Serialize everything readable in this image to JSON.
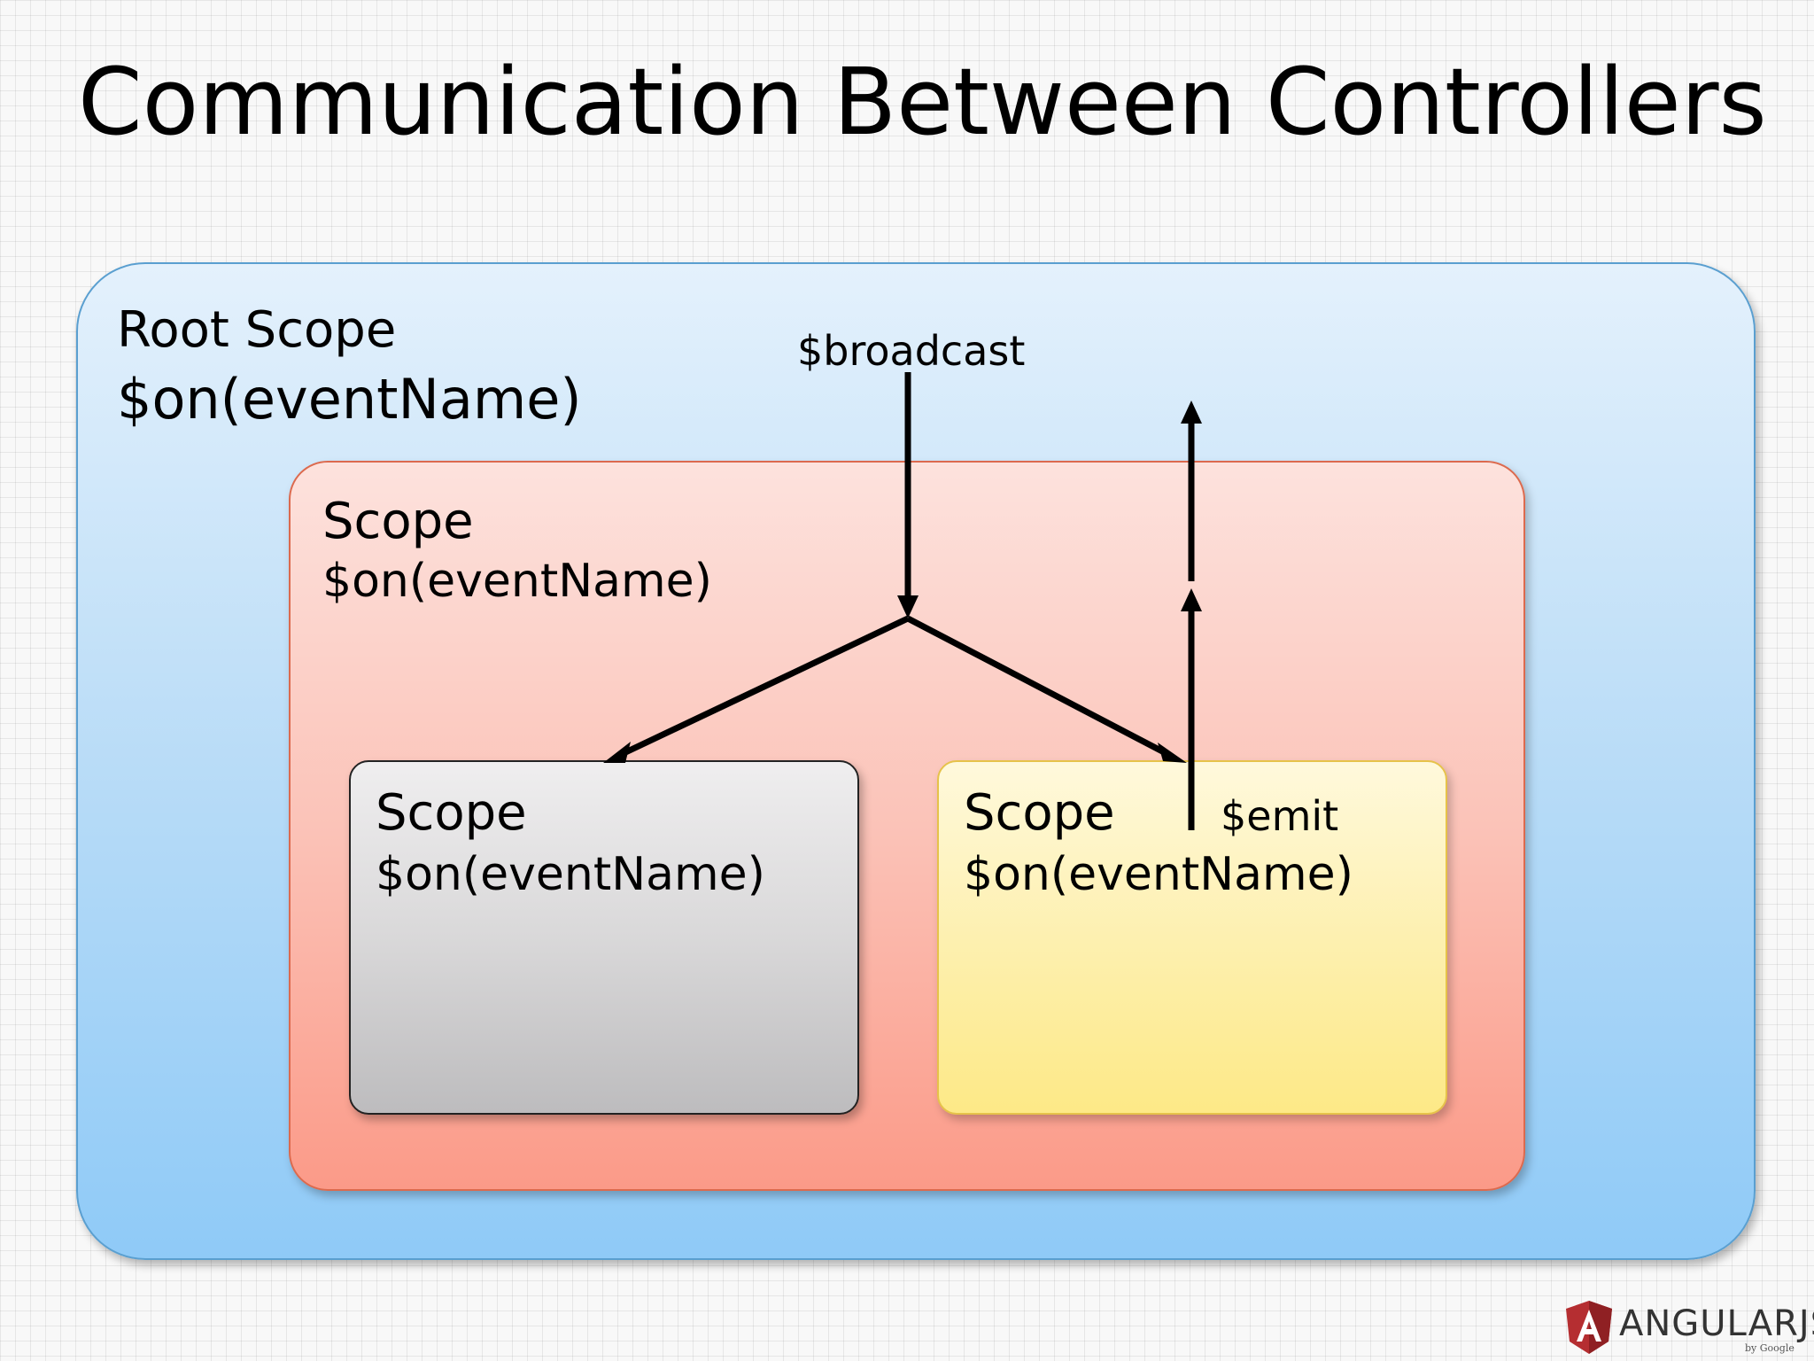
{
  "title": "Communication Between Controllers",
  "root_scope": {
    "name": "Root Scope",
    "handler": "$on(eventName)"
  },
  "parent_scope": {
    "name": "Scope",
    "handler": "$on(eventName)"
  },
  "child_scopes": [
    {
      "name": "Scope",
      "handler": "$on(eventName)"
    },
    {
      "name": "Scope",
      "handler": "$on(eventName)"
    }
  ],
  "events": {
    "broadcast": "$broadcast",
    "emit": "$emit"
  },
  "logo": {
    "text": "ANGULARJS",
    "sub": "by Google"
  },
  "colors": {
    "root_scope": "#8fcaf7",
    "parent_scope": "#fb9a88",
    "child_scope_grey": "#bdbcbe",
    "child_scope_yellow": "#fde987",
    "logo_shield": "#b52e31"
  }
}
